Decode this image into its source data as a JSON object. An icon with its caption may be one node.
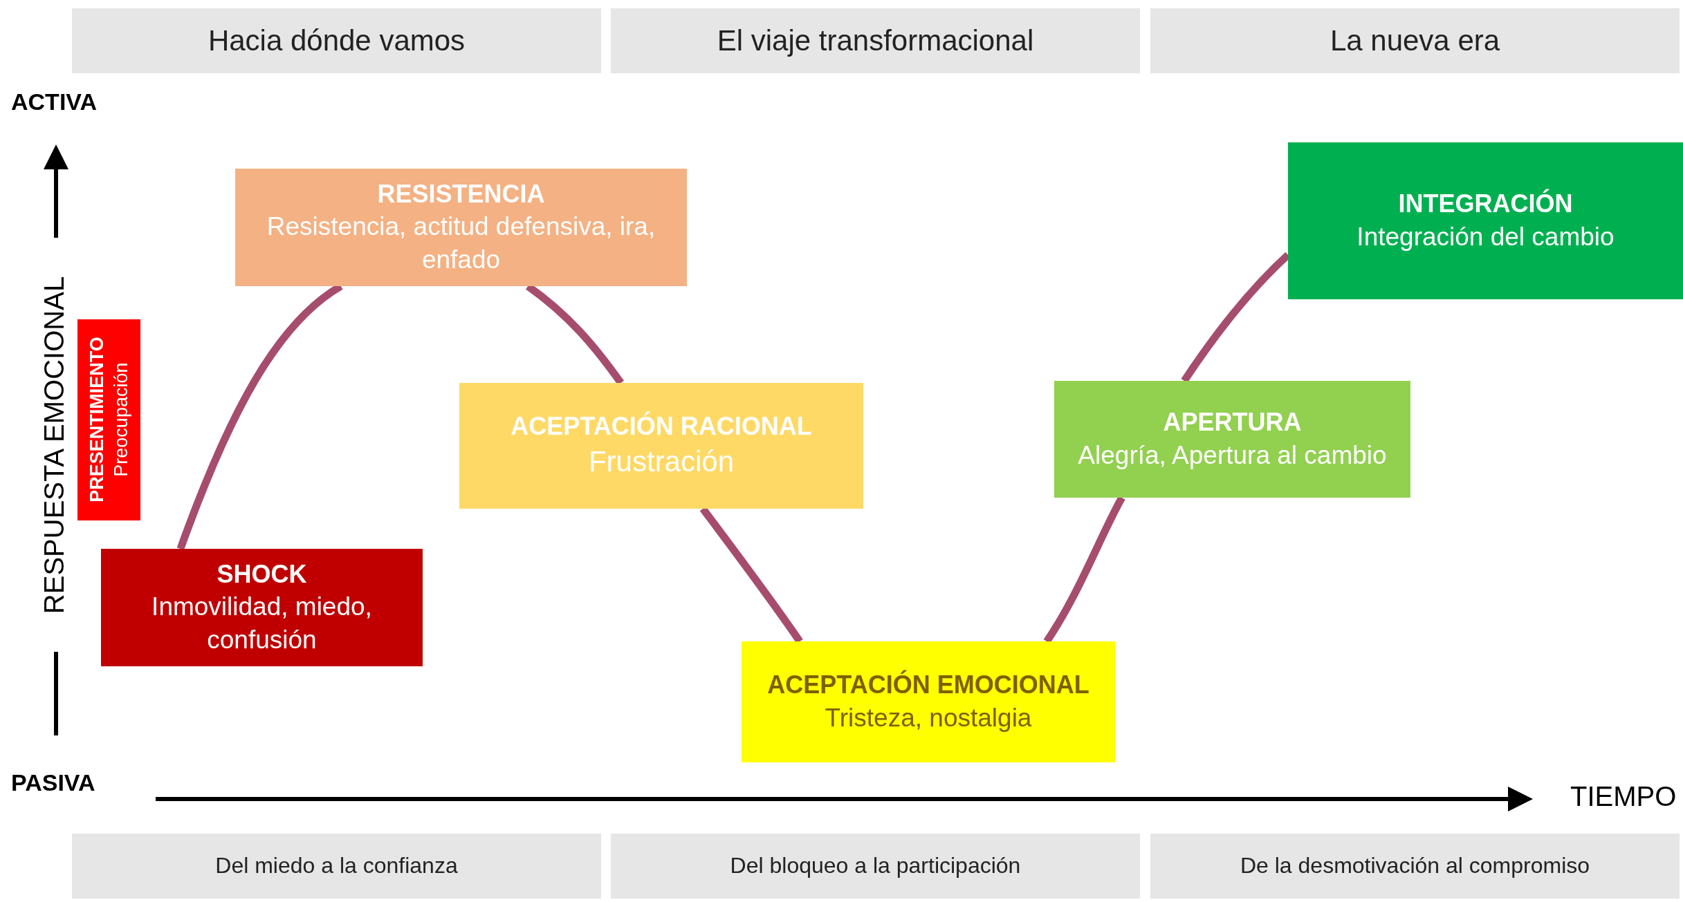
{
  "diagram": {
    "nodes": [
      {
        "text": [
          "Hacia dónde vamos"
        ]
      },
      {
        "text": [
          "El viaje transformacional"
        ]
      },
      {
        "text": [
          "La nueva era"
        ]
      },
      {
        "text": [
          "PRESENTIMIENTO",
          "Preocupación"
        ]
      },
      {
        "text": [
          "SHOCK",
          "Inmovilidad, miedo, confusión"
        ]
      },
      {
        "text": [
          "RESISTENCIA",
          "Resistencia, actitud defensiva, ira, enfado"
        ]
      },
      {
        "text": [
          "ACEPTACIÓN RACIONAL",
          "Frustración"
        ]
      },
      {
        "text": [
          "ACEPTACIÓN EMOCIONAL",
          "Tristeza, nostalgia"
        ]
      },
      {
        "text": [
          "APERTURA",
          "Alegría, Apertura al cambio"
        ]
      },
      {
        "text": [
          "INTEGRACIÓN",
          "Integración del cambio"
        ]
      },
      {
        "text": [
          "Del miedo a la confianza"
        ]
      },
      {
        "text": [
          "Del bloqueo a la participación"
        ]
      },
      {
        "text": [
          "De la desmotivación al compromiso"
        ]
      }
    ],
    "edges": [
      {
        "from": 4,
        "to": 5,
        "arrow": "none"
      },
      {
        "from": 5,
        "to": 6,
        "arrow": "none"
      },
      {
        "from": 6,
        "to": 7,
        "arrow": "none"
      },
      {
        "from": 7,
        "to": 8,
        "arrow": "none"
      },
      {
        "from": 8,
        "to": 9,
        "arrow": "none"
      }
    ],
    "labels": [
      "ACTIVA",
      "RESPUESTA EMOCIONAL",
      "PASIVA",
      "TIEMPO"
    ]
  }
}
